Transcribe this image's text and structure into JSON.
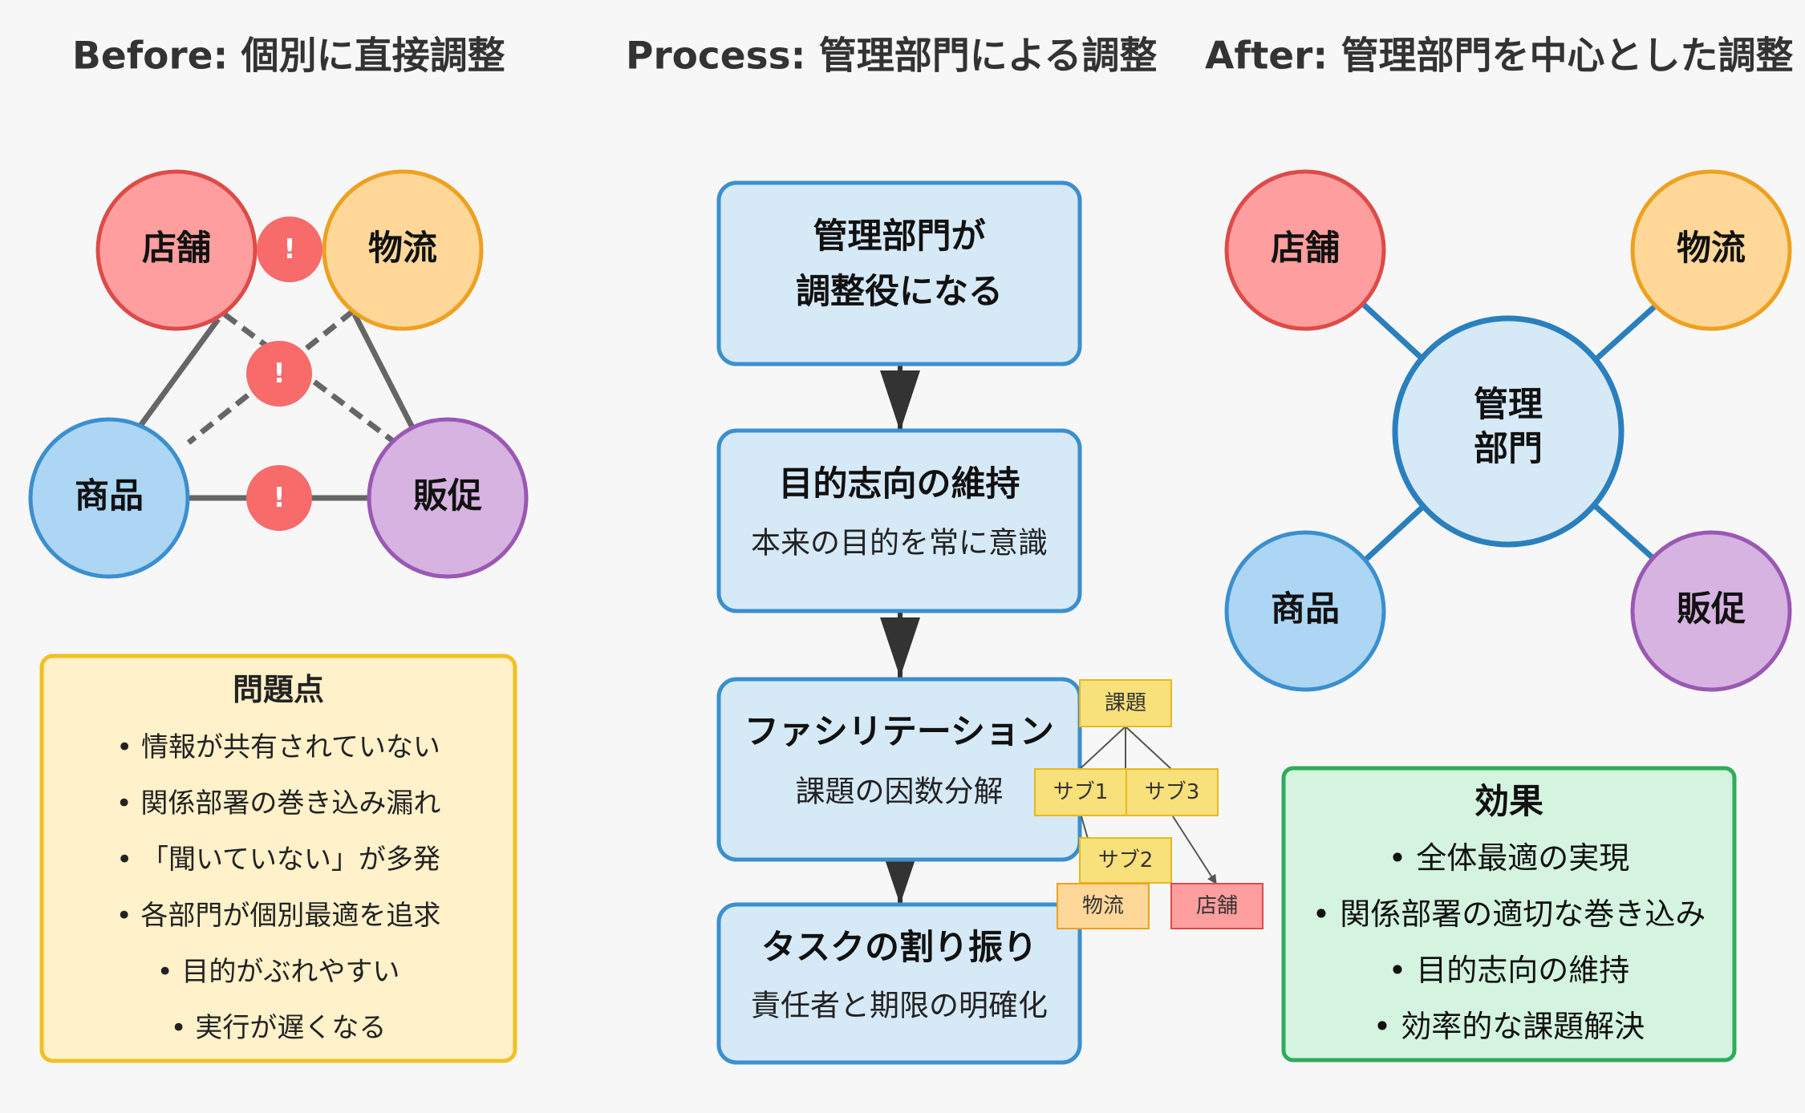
{
  "titles": {
    "before": "Before: 個別に直接調整",
    "process": "Process: 管理部門による調整",
    "after": "After: 管理部門を中心とした調整"
  },
  "departments": {
    "store": "店舗",
    "logistics": "物流",
    "product": "商品",
    "promotion": "販促"
  },
  "warning_mark": "!",
  "problems": {
    "title": "問題点",
    "items": [
      "• 情報が共有されていない",
      "• 関係部署の巻き込み漏れ",
      "• 「聞いていない」が多発",
      "• 各部門が個別最適を追求",
      "• 目的がぶれやすい",
      "• 実行が遅くなる"
    ]
  },
  "process": {
    "step1": {
      "line1": "管理部門が",
      "line2": "調整役になる"
    },
    "step2": {
      "title": "目的志向の維持",
      "subtitle": "本来の目的を常に意識"
    },
    "step3": {
      "title": "ファシリテーション",
      "subtitle": "課題の因数分解"
    },
    "step4": {
      "title": "タスクの割り振り",
      "subtitle": "責任者と期限の明確化"
    }
  },
  "tree": {
    "root": "課題",
    "sub1": "サブ1",
    "sub3": "サブ3",
    "sub2": "サブ2",
    "leaf_logistics": "物流",
    "leaf_store": "店舗"
  },
  "hub": {
    "line1": "管理",
    "line2": "部門"
  },
  "effects": {
    "title": "効果",
    "items": [
      "• 全体最適の実現",
      "• 関係部署の適切な巻き込み",
      "• 目的志向の維持",
      "• 効率的な課題解決"
    ]
  },
  "colors": {
    "store_fill": "#ff9e9e",
    "store_stroke": "#dd4b48",
    "logistics_fill": "#ffd899",
    "logistics_stroke": "#eea020",
    "product_fill": "#acd6f4",
    "product_stroke": "#3b8fce",
    "promotion_fill": "#d6b3e0",
    "promotion_stroke": "#9a58b3",
    "warning": "#f76b6b",
    "process_fill": "#d6e9f7",
    "process_stroke": "#3b8fce",
    "problems_fill": "#fff1c9",
    "problems_stroke": "#f1c021",
    "effects_fill": "#d4f4e0",
    "effects_stroke": "#2eab5c",
    "tag_yellow": "#f8e07a",
    "tag_yellow_stroke": "#e8b820",
    "tag_orange": "#ffd899",
    "tag_red": "#ff9e9e",
    "hub_fill": "#d6e9f7",
    "hub_stroke": "#2a7fbd"
  }
}
